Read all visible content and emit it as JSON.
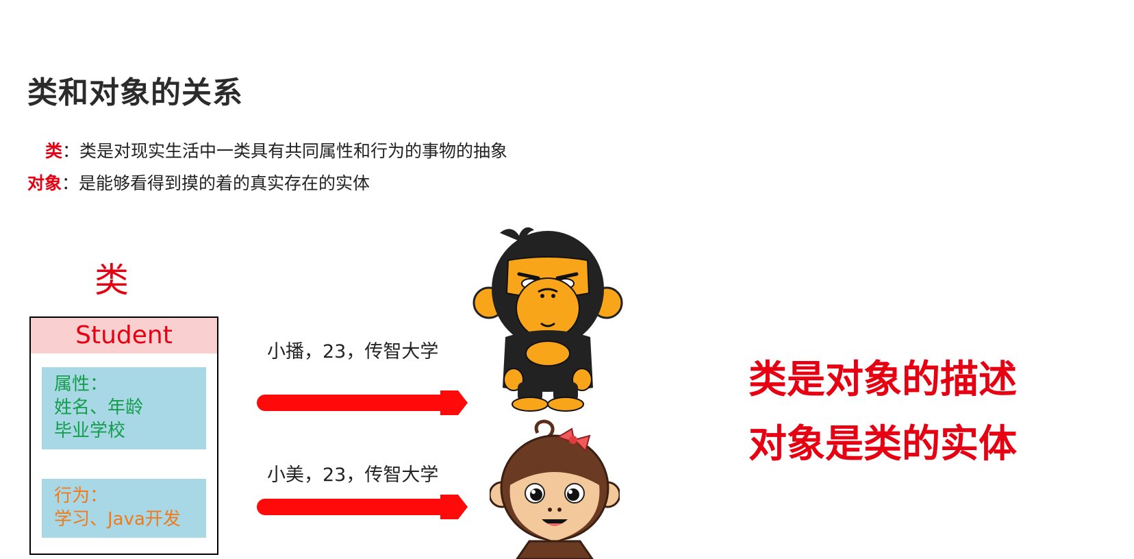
{
  "slide": {
    "title": "类和对象的关系",
    "definitions": {
      "class_term": "类",
      "class_text": "：类是对现实生活中一类具有共同属性和行为的事物的抽象",
      "object_term": "对象",
      "object_text": "：是能够看得到摸的着的真实存在的实体"
    }
  },
  "class_diagram": {
    "label": "类",
    "class_name": "Student",
    "attributes": {
      "heading": "属性：",
      "lines": [
        "姓名、年龄",
        "毕业学校"
      ]
    },
    "behaviors": {
      "heading": "行为：",
      "lines": [
        "学习、Java开发"
      ]
    }
  },
  "objects": [
    {
      "caption": "小播，23，传智大学",
      "icon": "male-monkey-icon"
    },
    {
      "caption": "小美，23，传智大学",
      "icon": "female-monkey-icon"
    }
  ],
  "summary": {
    "line1": "类是对象的描述",
    "line2": "对象是类的实体"
  },
  "colors": {
    "accent_red": "#e60012",
    "attribute_green": "#139d4a",
    "behavior_orange": "#f07a1a",
    "panel_blue": "#a8d8e6",
    "header_pink": "#f9cfcf"
  }
}
